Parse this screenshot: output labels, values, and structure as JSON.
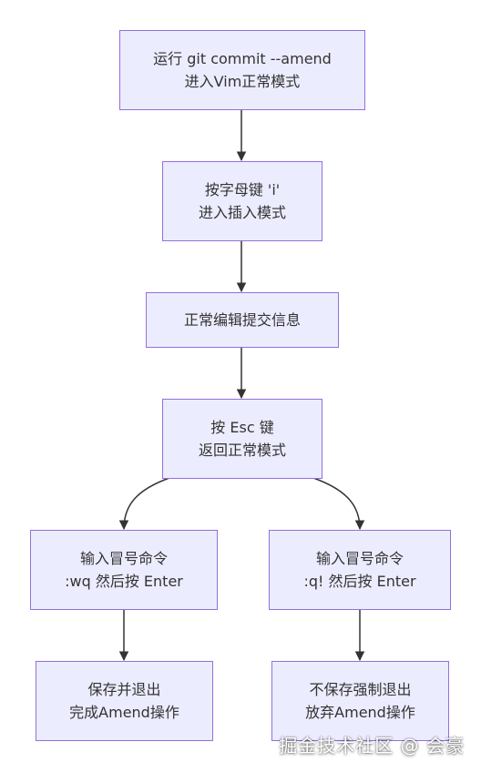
{
  "nodes": {
    "amend": {
      "line1": "运行 git commit --amend",
      "line2": "进入Vim正常模式"
    },
    "insert": {
      "line1": "按字母键 'i'",
      "line2": "进入插入模式"
    },
    "edit": {
      "line1": "正常编辑提交信息"
    },
    "esc": {
      "line1": "按 Esc 键",
      "line2": "返回正常模式"
    },
    "wq": {
      "line1": "输入冒号命令",
      "line2": ":wq 然后按 Enter"
    },
    "qforce": {
      "line1": "输入冒号命令",
      "line2": ":q! 然后按 Enter"
    },
    "save": {
      "line1": "保存并退出",
      "line2": "完成Amend操作"
    },
    "discard": {
      "line1": "不保存强制退出",
      "line2": "放弃Amend操作"
    }
  },
  "edges": [
    {
      "from": "amend",
      "to": "insert"
    },
    {
      "from": "insert",
      "to": "edit"
    },
    {
      "from": "edit",
      "to": "esc"
    },
    {
      "from": "esc",
      "to": "wq"
    },
    {
      "from": "esc",
      "to": "qforce"
    },
    {
      "from": "wq",
      "to": "save"
    },
    {
      "from": "qforce",
      "to": "discard"
    }
  ],
  "watermark": "掘金技术社区 @ 会豪",
  "colors": {
    "node_fill": "#ECECFF",
    "node_border": "#9370DB",
    "edge": "#333333"
  }
}
